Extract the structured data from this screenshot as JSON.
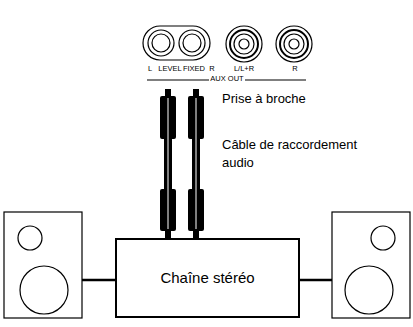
{
  "diagram": {
    "nodes": [
      {
        "text": [
          "Chaîne stéréo"
        ]
      }
    ],
    "labels": [
      "L",
      "LEVEL",
      "FIXED",
      "R",
      "L/L+R",
      "R",
      "AUX OUT",
      "Prise à broche",
      "Câble de raccordement audio"
    ]
  }
}
